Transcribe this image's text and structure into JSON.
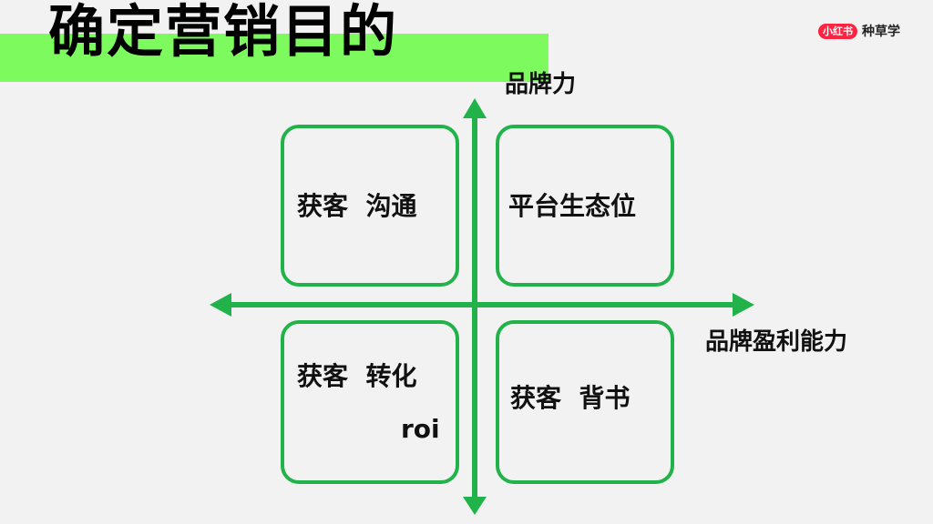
{
  "title": "确定营销目的",
  "brand": {
    "badge": "小红书",
    "name": "种草学"
  },
  "colors": {
    "accent_green": "#7dfb5e",
    "axis_green": "#21b34a",
    "brand_red": "#ff2442"
  },
  "axes": {
    "y_label": "品牌力",
    "x_label": "品牌盈利能力"
  },
  "quadrants": {
    "top_left": "获客  沟通",
    "top_right": "平台生态位",
    "bottom_left": "获客  转化",
    "bottom_left_sub": "roi",
    "bottom_right": "获客  背书"
  }
}
